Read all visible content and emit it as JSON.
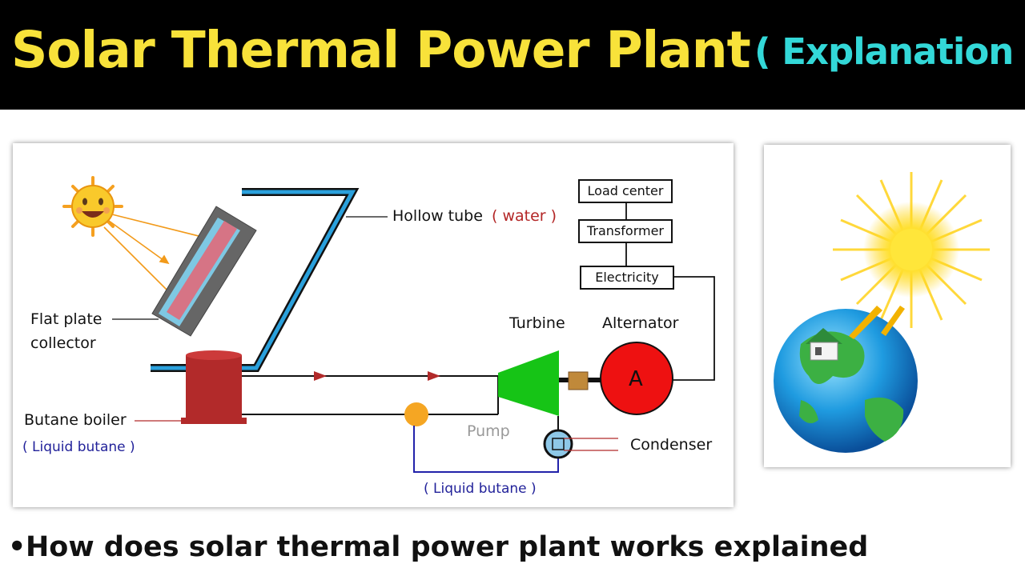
{
  "header": {
    "title": "Solar Thermal Power Plant",
    "subtitle": "( Explanation )"
  },
  "diagram": {
    "labels": {
      "hollow_tube": "Hollow tube",
      "hollow_tube_note": "( water )",
      "flat_plate_line1": "Flat plate",
      "flat_plate_line2": "collector",
      "butane_boiler": "Butane boiler",
      "butane_boiler_note": "( Liquid butane )",
      "turbine": "Turbine",
      "alternator": "Alternator",
      "alternator_symbol": "A",
      "pump": "Pump",
      "condenser": "Condenser",
      "liquid_butane_bottom": "( Liquid butane )",
      "load_center": "Load center",
      "transformer": "Transformer",
      "electricity": "Electricity"
    },
    "colors": {
      "boiler": "#b22a2a",
      "turbine": "#16c416",
      "alternator": "#ee1111",
      "pump": "#f5a623",
      "condenser": "#8ec8e8",
      "frame": "#2aa0dc",
      "collector_glass": "#e06a7a",
      "sun_ray": "#f29a1a"
    }
  },
  "bullet": {
    "text": "How does solar thermal power plant works explained"
  }
}
